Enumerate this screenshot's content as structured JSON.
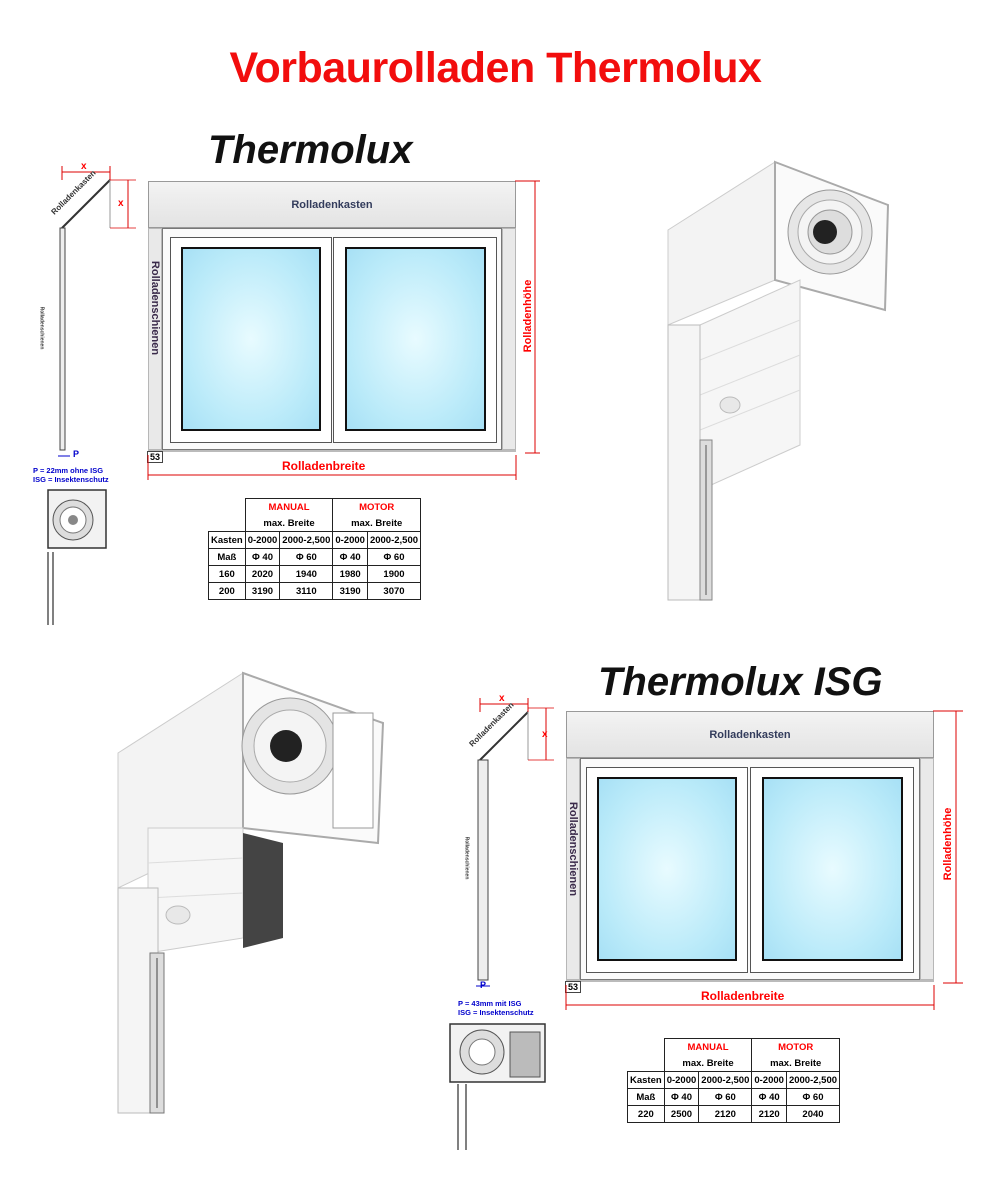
{
  "page": {
    "title": "Vorbaurolladen Thermolux"
  },
  "colors": {
    "title": "#f20d0d",
    "dimension": "#ff0000",
    "note": "#0000cc",
    "glass": "#b9eaf9"
  },
  "section1": {
    "title": "Thermolux",
    "dim_x_top": "x",
    "dim_x_side": "x",
    "side_kasten_label": "Rolladenkasten",
    "side_rail_label": "Rolladenschienen",
    "kasten_label": "Rolladenkasten",
    "schienen_label": "Rolladenschienen",
    "hoehe_label": "Rolladenhöhe",
    "breite_label": "Rolladenbreite",
    "size_53": "53",
    "p_label": "P",
    "note_line1": "P = 22mm ohne ISG",
    "note_line2": "ISG = Insektenschutz",
    "table": {
      "manual": "MANUAL",
      "motor": "MOTOR",
      "max_breite_1": "max. Breite",
      "max_breite_2": "max. Breite",
      "header_row": [
        "Kasten",
        "0-2000",
        "2000-2,500",
        "0-2000",
        "2000-2,500"
      ],
      "mass_row": [
        "Maß",
        "Φ 40",
        "Φ 60",
        "Φ 40",
        "Φ 60"
      ],
      "rows": [
        [
          "160",
          "2020",
          "1940",
          "1980",
          "1900"
        ],
        [
          "200",
          "3190",
          "3110",
          "3190",
          "3070"
        ]
      ]
    }
  },
  "section2": {
    "title": "Thermolux ISG",
    "dim_x_top": "x",
    "dim_x_side": "x",
    "side_kasten_label": "Rolladenkasten",
    "side_rail_label": "Rolladenschienen",
    "kasten_label": "Rolladenkasten",
    "schienen_label": "Rolladenschienen",
    "hoehe_label": "Rolladenhöhe",
    "breite_label": "Rolladenbreite",
    "size_53": "53",
    "p_label": "P",
    "note_line1": "P = 43mm mit ISG",
    "note_line2": "ISG = Insektenschutz",
    "table": {
      "manual": "MANUAL",
      "motor": "MOTOR",
      "max_breite_1": "max. Breite",
      "max_breite_2": "max. Breite",
      "header_row": [
        "Kasten",
        "0-2000",
        "2000-2,500",
        "0-2000",
        "2000-2,500"
      ],
      "mass_row": [
        "Maß",
        "Φ 40",
        "Φ 60",
        "Φ 40",
        "Φ 60"
      ],
      "rows": [
        [
          "220",
          "2500",
          "2120",
          "2120",
          "2040"
        ]
      ]
    }
  }
}
